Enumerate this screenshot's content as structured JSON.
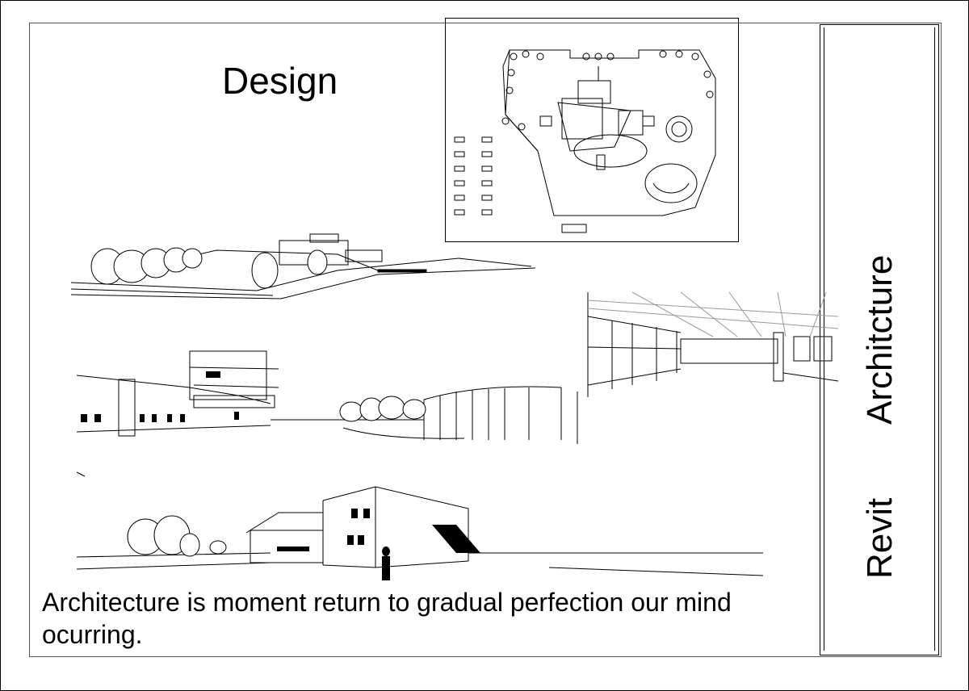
{
  "sheet": {
    "design_title": "Design",
    "caption": "Architecture is moment return to gradual perfection our mind ocurring.",
    "title_block": {
      "subject": "Architcture",
      "software": "Revit"
    }
  },
  "drawings": [
    {
      "name": "site-plan"
    },
    {
      "name": "aerial-perspective"
    },
    {
      "name": "interior-perspective"
    },
    {
      "name": "street-perspective"
    },
    {
      "name": "building-perspective"
    }
  ],
  "colors": {
    "line": "#000000",
    "paper": "#ffffff"
  }
}
